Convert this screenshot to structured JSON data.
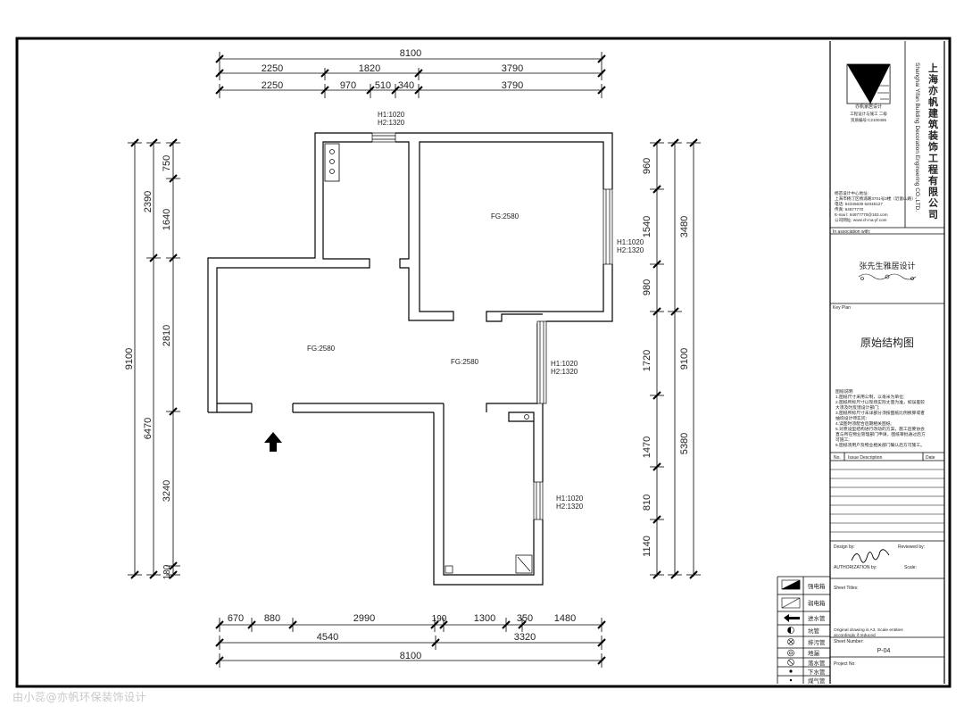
{
  "dims": {
    "top_total": "8100",
    "top_row1": [
      "2250",
      "1820",
      "3790"
    ],
    "top_row2": [
      "2250",
      "970",
      "510",
      "340",
      "3790"
    ],
    "bottom_row1": [
      "670",
      "880",
      "2990",
      "190",
      "1300",
      "350",
      "1480"
    ],
    "bottom_row2": [
      "4540",
      "3320"
    ],
    "bottom_total": "8100",
    "left_inner": [
      "750",
      "1640",
      "2810",
      "3240",
      "180"
    ],
    "left_mid": [
      "2390",
      "6470"
    ],
    "left_total": "9100",
    "right_inner": [
      "960",
      "1540",
      "980",
      "1720",
      "1470",
      "810",
      "1140"
    ],
    "right_mid": [
      "3480",
      "5380"
    ],
    "right_total": "9100"
  },
  "window_labels": {
    "top": {
      "h1": "H1:1020",
      "h2": "H2:1320"
    },
    "right_room": {
      "h1": "H1:1020",
      "h2": "H2:1320"
    },
    "balcony_upper": {
      "h1": "H1:1020",
      "h2": "H2:1320"
    },
    "balcony_lower": {
      "h1": "H1:1020",
      "h2": "H2:1320"
    }
  },
  "room_labels": [
    "FG:2580",
    "FG:2580",
    "FG:2580"
  ],
  "title_block": {
    "company_cn": "上海亦帆建筑装饰工程有限公司",
    "company_en": "Shanghai Yifan Building Decoration Engineering CO.,LTD.",
    "logo_caption": "亦帆家居设计",
    "logo_sub1": "工程设计与施工 二级",
    "logo_sub2": "资质编号:C2100465",
    "contact": [
      "杨苗设计中心地址:",
      "上海市杨汀区杨浦路3701号3楼（近富山路）",
      "电话: 54345639   64045127",
      "传真: 64877770",
      "E-mai l: 64877770@163.com",
      "公司网址: www.ch-na-yf.com"
    ],
    "in_association": "In association with:",
    "designer_name": "张先生雅居设计",
    "key_plan": "Key Plan",
    "drawing_title": "原始结构图",
    "notes": [
      "图纸说明:",
      "1.图纸尺寸采用公制，以毫米为单位;",
      "2.图纸所标尺寸以现场实际丈量为准，如误差较",
      "大须及时反馈设计部门;",
      "3.图纸所标尺寸未详部分须按图纸比例换算或者",
      "抽询设计师实问;",
      "4.读图时须配合后期相关图纸;",
      "5.对原设型结构进行改动的方案，施工后要协会",
      "直与所在物业管理部门申请，图纸审批通过后方",
      "可施工;",
      "6.图纸须用户及物业相关部门确认后方可施工。"
    ],
    "no_label": "No.",
    "issue_desc": "Issue Description",
    "date_label": "Date",
    "design_by": "Design by:",
    "reviewed_by": "Reviewed by:",
    "authorization": "AUTHORIZATION by:",
    "scale": "Scale:",
    "sheet_titles": "Sheet Titles:",
    "original_note_1": "Original drawing is A3. Scale entities",
    "original_note_2": "accordingly if reduced",
    "sheet_number": "Sheet Number:",
    "sheet_number_value": "P-04",
    "project_no": "Project No:"
  },
  "legend": [
    {
      "label": "强电箱",
      "icon": "strong-power-box"
    },
    {
      "label": "弱电箱",
      "icon": "weak-power-box"
    },
    {
      "label": "进水管",
      "icon": "water-inlet-arrow"
    },
    {
      "label": "坑管",
      "icon": "pit-pipe"
    },
    {
      "label": "排污管",
      "icon": "sewage-pipe"
    },
    {
      "label": "地漏",
      "icon": "floor-drain"
    },
    {
      "label": "落水管",
      "icon": "downpipe"
    },
    {
      "label": "下水管",
      "icon": "drain-pipe"
    },
    {
      "label": "煤气管",
      "icon": "gas-pipe"
    }
  ],
  "watermark": "由小蕊@亦帆环保装饰设计"
}
